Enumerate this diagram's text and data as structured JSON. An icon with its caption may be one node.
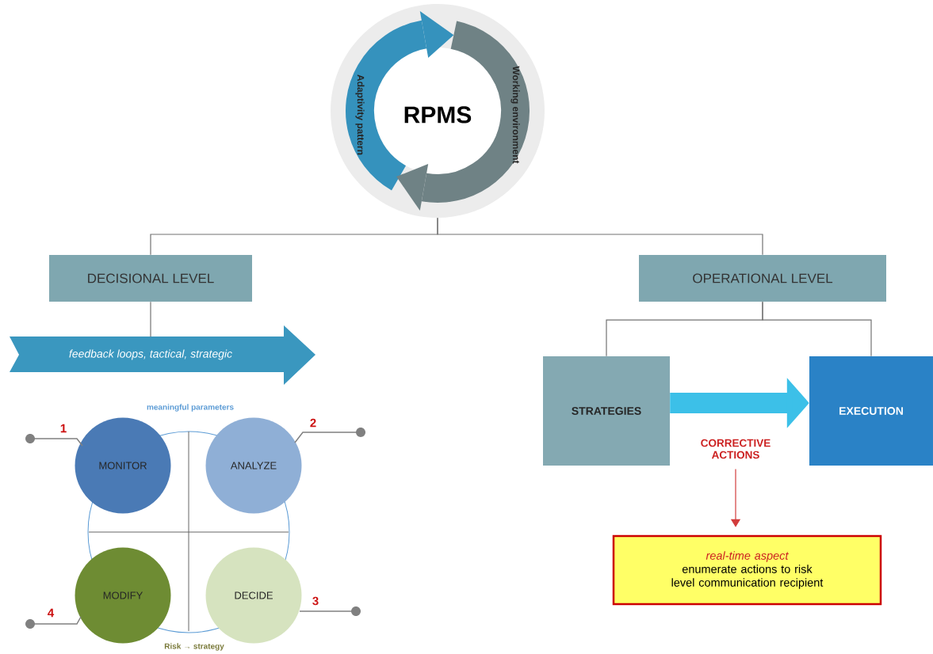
{
  "diagram": {
    "nodes": [
      {
        "text": [
          "RPMS",
          "Adaptivity pattern",
          "Working environment"
        ]
      },
      {
        "text": [
          "DECISIONAL LEVEL"
        ]
      },
      {
        "text": [
          "OPERATIONAL LEVEL"
        ]
      },
      {
        "text": [
          "feedback loops, tactical, strategic"
        ]
      },
      {
        "text": [
          "MONITOR"
        ],
        "beside": [
          "1"
        ]
      },
      {
        "text": [
          "ANALYZE"
        ],
        "beside": [
          "2"
        ]
      },
      {
        "text": [
          "MODIFY"
        ],
        "beside": [
          "4"
        ]
      },
      {
        "text": [
          "DECIDE"
        ],
        "beside": [
          "3"
        ]
      },
      {
        "text": [
          "STRATEGIES"
        ]
      },
      {
        "text": [
          "EXECUTION"
        ]
      },
      {
        "text": [
          "CORRECTIVE ACTIONS"
        ]
      },
      {
        "text": [
          "real-time aspect",
          "enumerate actions to risk level communication recipient"
        ]
      },
      {
        "text": [],
        "shape": "circle"
      },
      {
        "text": [],
        "shape": "circle"
      },
      {
        "text": [],
        "shape": "circle"
      },
      {
        "text": [],
        "shape": "circle"
      }
    ],
    "edges": [
      {
        "from": 0,
        "to": 1,
        "arrow": "none"
      },
      {
        "from": 0,
        "to": 2,
        "arrow": "none"
      },
      {
        "from": 1,
        "to": 3,
        "arrow": "none"
      },
      {
        "from": 2,
        "to": 8,
        "arrow": "none"
      },
      {
        "from": 2,
        "to": 9,
        "arrow": "none"
      },
      {
        "from": 8,
        "to": 9,
        "arrow": "to",
        "style": "thick",
        "color": "#3cc0e8"
      },
      {
        "from": 10,
        "to": 11,
        "arrow": "to",
        "color": "#d23c3c"
      },
      {
        "from": 4,
        "to": 12,
        "arrow": "none"
      },
      {
        "from": 5,
        "to": 13,
        "arrow": "none"
      },
      {
        "from": 7,
        "to": 14,
        "arrow": "none"
      },
      {
        "from": 6,
        "to": 15,
        "arrow": "none"
      }
    ],
    "labels": [
      "meaningful parameters",
      "Risk → strategy"
    ]
  }
}
